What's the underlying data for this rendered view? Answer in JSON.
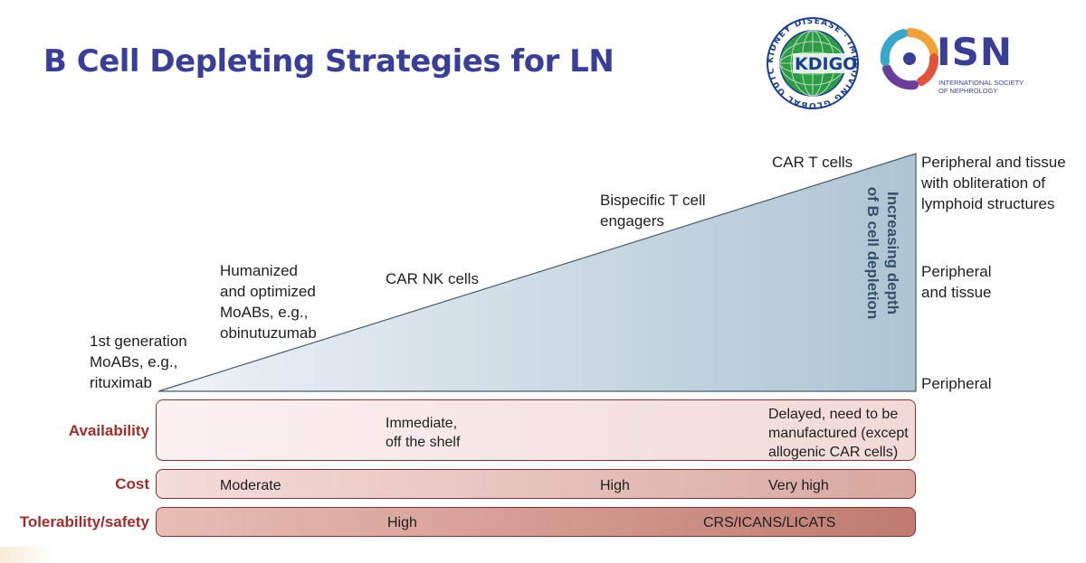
{
  "title": "B Cell Depleting Strategies for LN",
  "logos": {
    "kdigo_ring_text": "KIDNEY DISEASE · IMPROVING GLOBAL OUTCOMES",
    "kdigo_center": "KDIGO",
    "isn_name": "ISN",
    "isn_subtitle": "INTERNATIONAL SOCIETY\nOF NEPHROLOGY"
  },
  "strategies": [
    {
      "label": "1st generation\nMoABs, e.g.,\nrituximab"
    },
    {
      "label": "Humanized\nand optimized\nMoABs, e.g.,\nobinutuzumab"
    },
    {
      "label": "CAR NK cells"
    },
    {
      "label": "Bispecific T cell\nengagers"
    },
    {
      "label": "CAR T cells"
    }
  ],
  "depth_axis": {
    "label": "Increasing depth\nof B cell depletion",
    "levels": [
      "Peripheral and tissue\nwith obliteration of\nlymphoid structures",
      "Peripheral\nand tissue",
      "Peripheral"
    ]
  },
  "rows": [
    {
      "label": "Availability",
      "values": [
        "Immediate,\noff the shelf",
        "Delayed, need to be\nmanufactured (except\nallogenic CAR cells)"
      ]
    },
    {
      "label": "Cost",
      "values": [
        "Moderate",
        "High",
        "Very high"
      ]
    },
    {
      "label": "Tolerability/safety",
      "values": [
        "High",
        "CRS/ICANS/LICATS"
      ]
    }
  ],
  "colors": {
    "title": "#3b3f93",
    "row_label": "#9b2d2d",
    "triangle_fill": "#c9d8e2",
    "triangle_stroke": "#4a5a6a"
  }
}
